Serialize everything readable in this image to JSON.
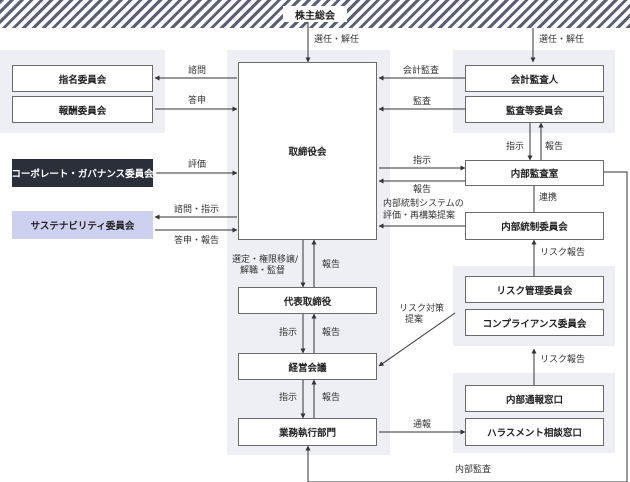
{
  "shareholders": "株主総会",
  "boxes": {
    "nomination": "指名委員会",
    "compensation": "報酬委員会",
    "governance": "コーポレート・ガバナンス委員会",
    "sustainability": "サステナビリティ委員会",
    "board": "取締役会",
    "representative": "代表取締役",
    "management": "経営会議",
    "execution": "業務執行部門",
    "accounting_auditor": "会計監査人",
    "audit_committee": "監査等委員会",
    "internal_audit": "内部監査室",
    "internal_control": "内部統制委員会",
    "risk_mgmt": "リスク管理委員会",
    "compliance": "コンプライアンス委員会",
    "whistle": "内部通報窓口",
    "harassment": "ハラスメント相談窓口"
  },
  "labels": {
    "elect_left": "選任・解任",
    "elect_right": "選任・解任",
    "consult": "諮問",
    "report_ans": "答申",
    "evaluate": "評価",
    "consult_instruct": "諮問・指示",
    "ans_report": "答申・報告",
    "acct_audit": "会計監査",
    "audit": "監査",
    "instruct_ia": "指示",
    "report_ia": "報告",
    "ac_instruct": "指示",
    "ac_report": "報告",
    "cooperation": "連携",
    "ic_line1": "内部統制システムの",
    "ic_line2": "評価・再構築提案",
    "risk_report1": "リスク報告",
    "risk_report2": "リスク報告",
    "select_l1": "選定・権限移譲/",
    "select_l2": "解職・監督",
    "report_rep": "報告",
    "instruct_mgmt": "指示",
    "report_mgmt": "報告",
    "instruct_exec": "指示",
    "report_exec": "報告",
    "risk_prop_1": "リスク対策",
    "risk_prop_2": "提案",
    "notify": "通報",
    "internal_audit_bottom": "内部監査"
  }
}
